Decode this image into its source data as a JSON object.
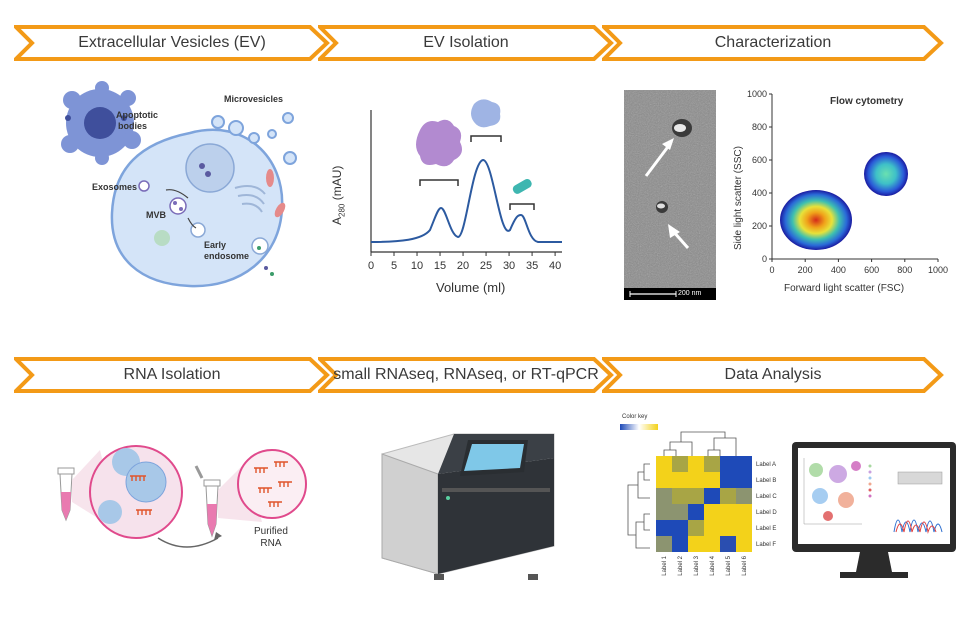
{
  "banners": {
    "ev": "Extracellular Vesicles (EV)",
    "isolation": "EV Isolation",
    "characterization": "Characterization",
    "rna": "RNA Isolation",
    "seq": "small RNAseq, RNAseq, or RT-qPCR",
    "analysis": "Data Analysis"
  },
  "cell": {
    "apoptotic": [
      "Apoptotic",
      "bodies"
    ],
    "microvesicles": "Microvesicles",
    "exosomes": "Exosomes",
    "mvb": "MVB",
    "early": [
      "Early",
      "endosome"
    ]
  },
  "sec": {
    "ylabel_main": "A",
    "ylabel_sub": "280",
    "ylabel_unit": " (mAU)",
    "xlabel": "Volume (ml)",
    "xticks": [
      "0",
      "5",
      "10",
      "15",
      "20",
      "25",
      "30",
      "35",
      "40"
    ]
  },
  "tem": {
    "scalebar": "200 nm"
  },
  "flow": {
    "title": "Flow cytometry",
    "xlabel": "Forward light scatter (FSC)",
    "ylabel": "Side light scatter (SSC)",
    "xticks": [
      "0",
      "200",
      "400",
      "600",
      "800",
      "1000"
    ],
    "yticks": [
      "0",
      "200",
      "400",
      "600",
      "800",
      "1000"
    ]
  },
  "rna_iso": {
    "purified": [
      "Purified",
      "RNA"
    ]
  },
  "heatmap": {
    "colorkey": "Color key",
    "rows": [
      "Label A",
      "Label B",
      "Label C",
      "Label D",
      "Label E",
      "Label F"
    ],
    "cols": [
      "Label 1",
      "Label 2",
      "Label 3",
      "Label 4",
      "Label 5",
      "Label 6"
    ],
    "colors": {
      "yellow": "#f3d21a",
      "blue": "#1e4ab8",
      "olive": "#a8a545",
      "grey": "#8c9470",
      "navy": "#2a4eb0"
    }
  },
  "colors": {
    "banner": "#f39a17",
    "cell_fill": "#cfe0f6",
    "cell_stroke": "#6f9ad6",
    "curve": "#2c5aa0",
    "purple": "#b08ad0"
  }
}
